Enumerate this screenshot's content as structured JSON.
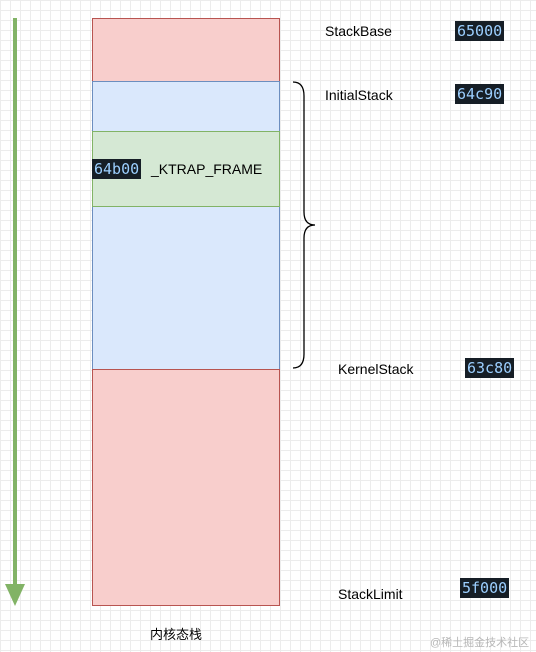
{
  "diagram": {
    "caption": "内核态栈",
    "watermark": "@稀土掘金技术社区",
    "markers": [
      {
        "name": "StackBase",
        "value": "65000"
      },
      {
        "name": "InitialStack",
        "value": "64c90"
      },
      {
        "name": "KernelStack",
        "value": "63c80"
      },
      {
        "name": "StackLimit",
        "value": "5f000"
      }
    ],
    "ktrap": {
      "address": "64b00",
      "label": "_KTRAP_FRAME"
    }
  },
  "colors": {
    "stack_red_fill": "#f8cecc",
    "stack_red_border": "#b85450",
    "stack_blue_fill": "#dae8fc",
    "stack_blue_border": "#6c8ebf",
    "ktrap_green_fill": "#d5e8d4",
    "ktrap_green_border": "#82b366",
    "arrow_green": "#82b366",
    "hex_bg": "#161e26",
    "hex_fg": "#9ccfff"
  }
}
